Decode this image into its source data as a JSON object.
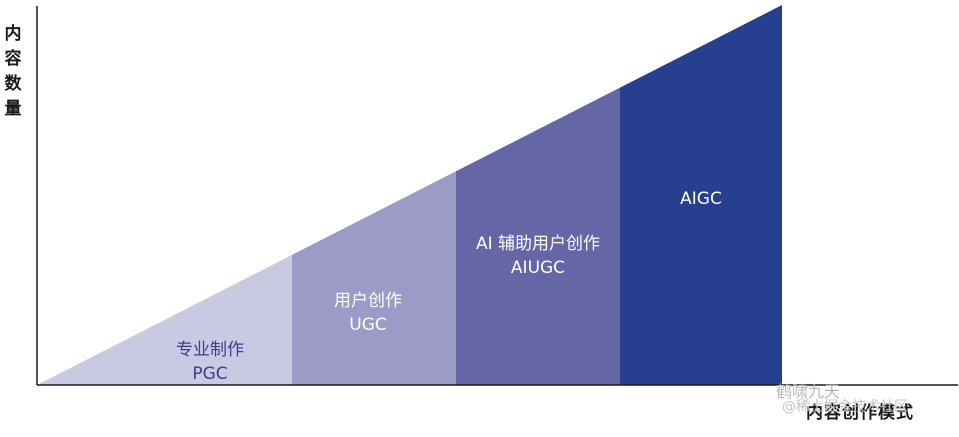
{
  "axes": {
    "y_label": "内\n容\n数\n量",
    "x_label": "内容创作模式"
  },
  "segments": [
    {
      "line1": "专业制作",
      "line2": "PGC",
      "color": "#c9c9e2",
      "text_color": "#3a3f8f"
    },
    {
      "line1": "用户创作",
      "line2": "UGC",
      "color": "#9c9ac7",
      "text_color": "#ffffff"
    },
    {
      "line1": "AI 辅助用户创作",
      "line2": "AIUGC",
      "color": "#6466a6",
      "text_color": "#ffffff"
    },
    {
      "line1": "AIGC",
      "line2": "",
      "color": "#263f8f",
      "text_color": "#ffffff"
    }
  ],
  "watermark": {
    "line1": "鹤啸九天",
    "line2": "@稀土掘金技术社区"
  }
}
